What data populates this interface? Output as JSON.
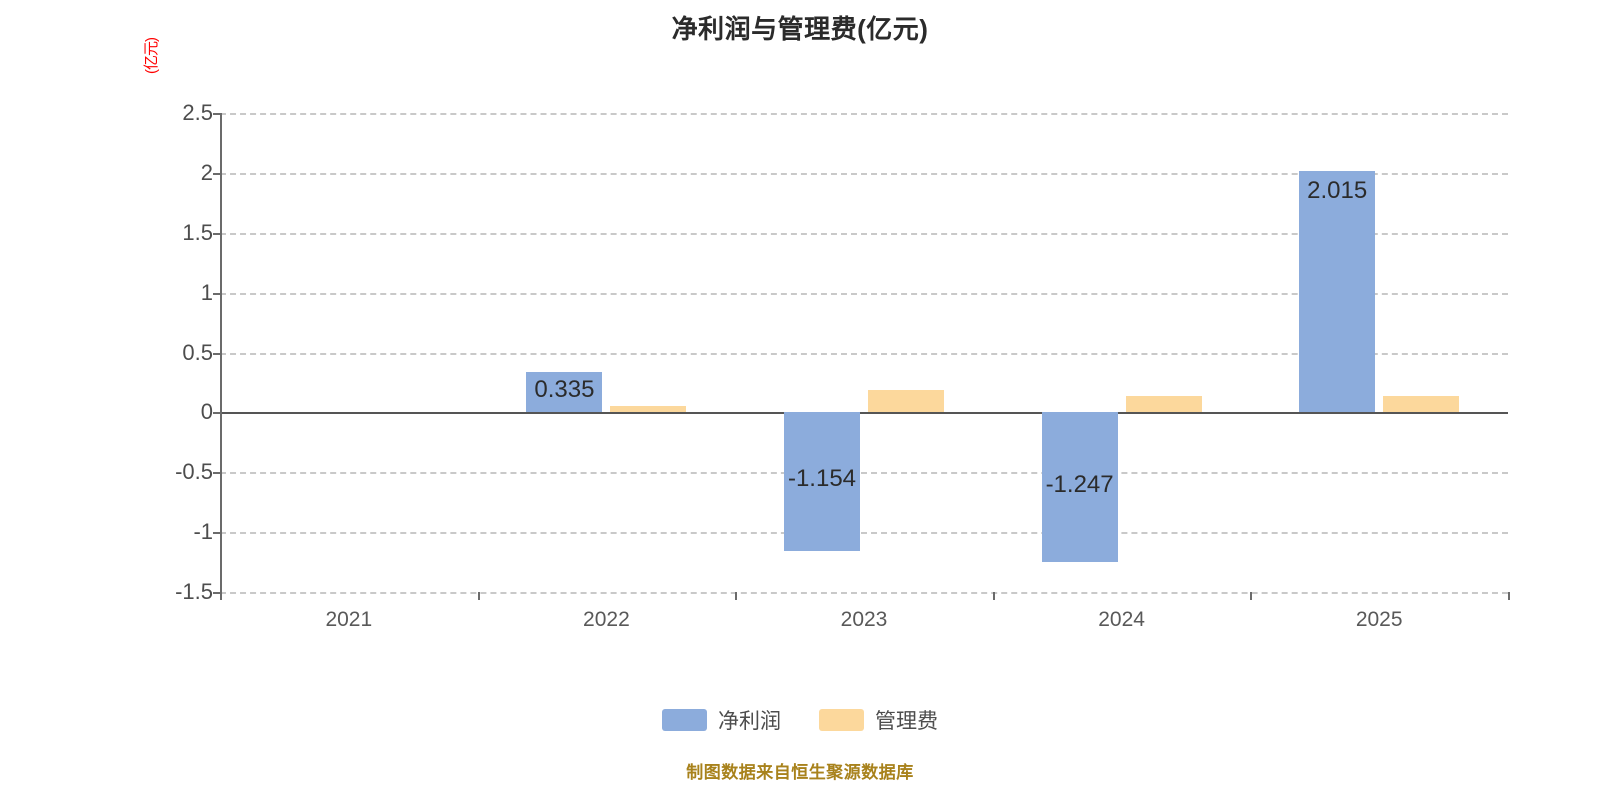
{
  "chart_data": {
    "type": "bar",
    "title": "净利润与管理费(亿元)",
    "xlabel": "",
    "ylabel": "(亿元)",
    "ylim": [
      -1.5,
      2.5
    ],
    "yticks": [
      "2.5",
      "2",
      "1.5",
      "1",
      "0.5",
      "0",
      "-0.5",
      "-1",
      "-1.5"
    ],
    "ytick_values": [
      2.5,
      2,
      1.5,
      1,
      0.5,
      0,
      -0.5,
      -1,
      -1.5
    ],
    "grid": true,
    "legend_position": "bottom",
    "categories": [
      "2021",
      "2022",
      "2023",
      "2024",
      "2025"
    ],
    "series": [
      {
        "name": "净利润",
        "color": "#8cacdc",
        "values": [
          0,
          0.335,
          -1.154,
          -1.247,
          2.015
        ],
        "labels": [
          "",
          "0.335",
          "-1.154",
          "-1.247",
          "2.015"
        ]
      },
      {
        "name": "管理费",
        "color": "#fcd89c",
        "values": [
          0,
          0.05,
          0.19,
          0.135,
          0.135
        ],
        "labels": [
          "",
          "",
          "",
          "",
          ""
        ]
      }
    ],
    "annotations": [
      "制图数据来自恒生聚源数据库"
    ]
  },
  "title": "净利润与管理费(亿元)",
  "axis": {
    "y_unit_label": "(亿元)",
    "y_unit_color": "#ff0000"
  },
  "legend": {
    "items": [
      {
        "label": "净利润",
        "color": "#8cacdc"
      },
      {
        "label": "管理费",
        "color": "#fcd89c"
      }
    ]
  },
  "footer": {
    "source_note": "制图数据来自恒生聚源数据库",
    "color": "#a8821c"
  }
}
